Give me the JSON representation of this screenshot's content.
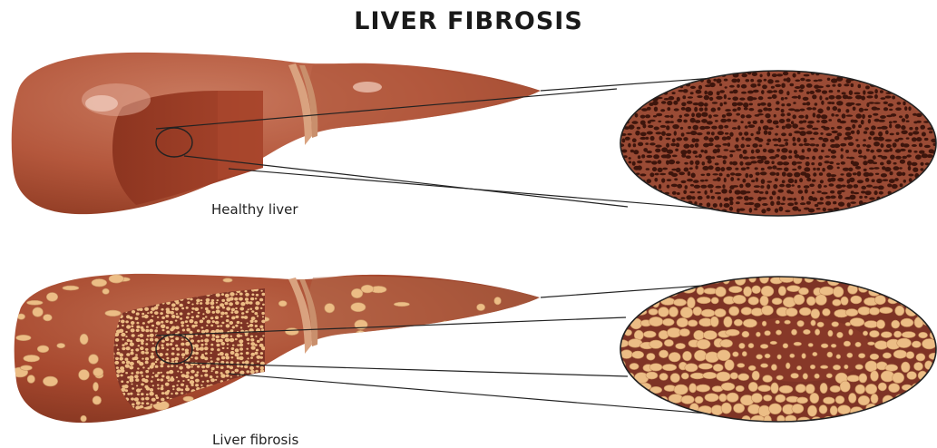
{
  "title": "LIVER FIBROSIS",
  "panels": {
    "healthy": {
      "caption": "Healthy liver",
      "pore_color": "#3d150c",
      "tissue_color": "#9a4b35"
    },
    "fibrosis": {
      "caption": "Liver fibrosis",
      "nodule_color": "#ecbd85",
      "tissue_color": "#7e3325"
    }
  },
  "colors": {
    "liver_dark": "#9a3f26",
    "liver_mid": "#b4573c",
    "liver_light": "#c97a5f",
    "ligament": "#d9a27f",
    "callout_line": "#222222"
  }
}
